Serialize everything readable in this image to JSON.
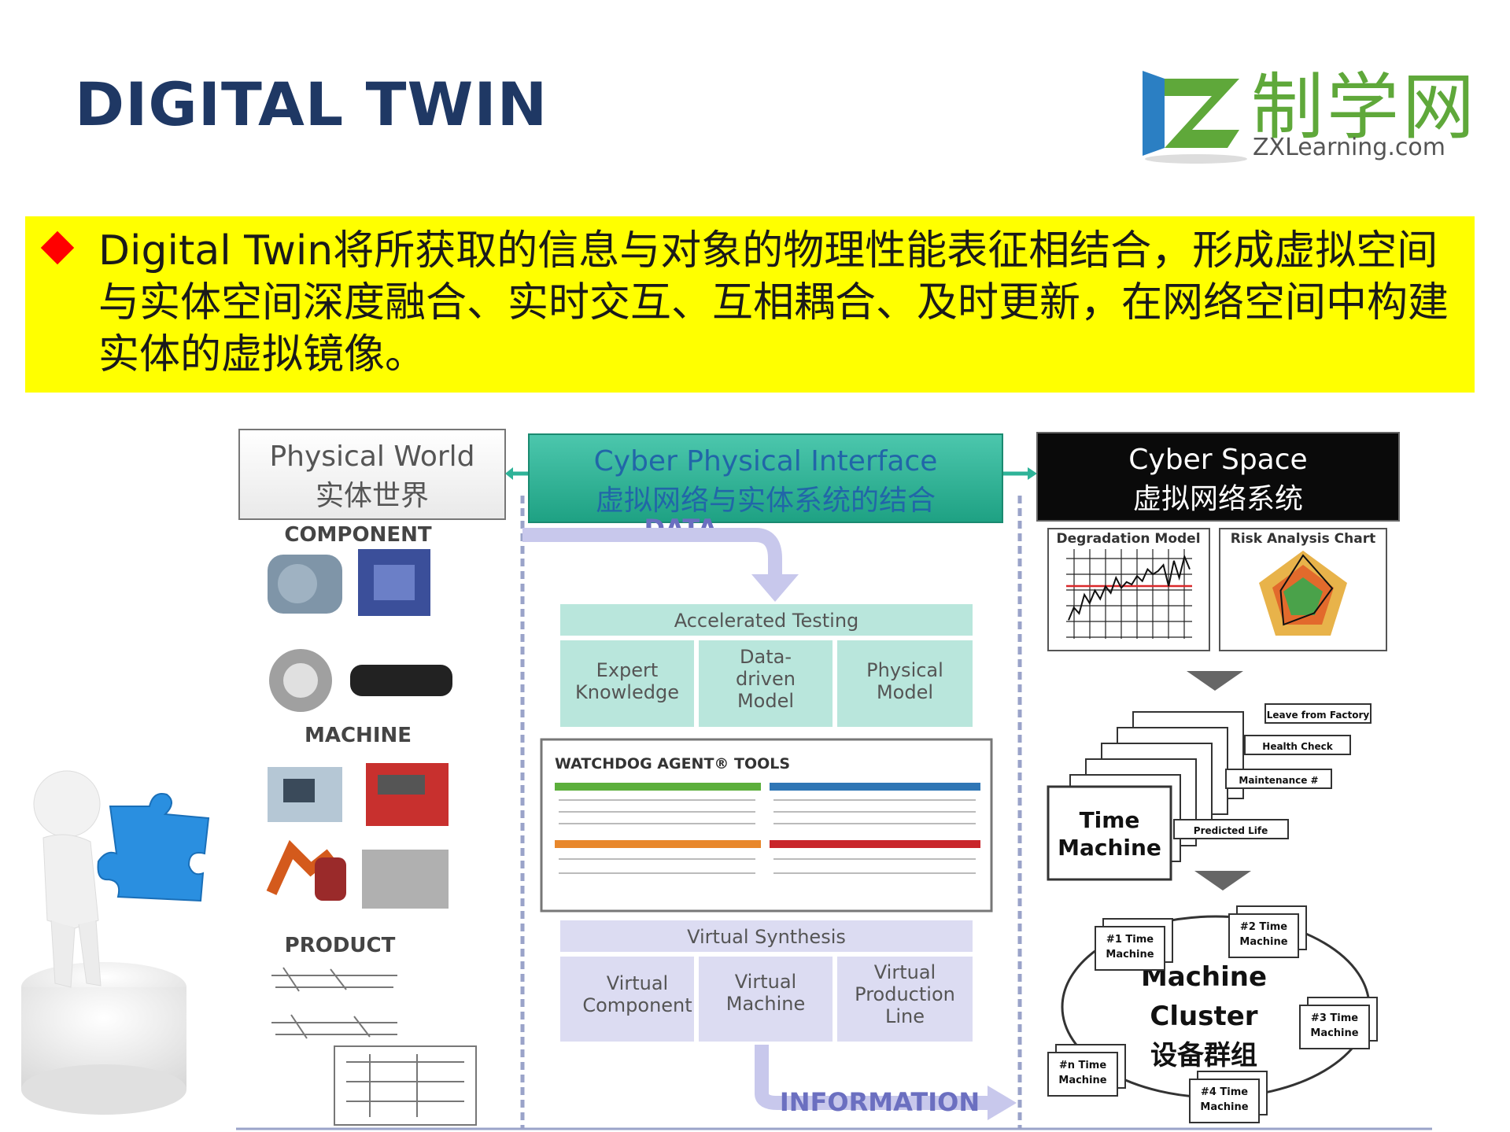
{
  "header": {
    "title": "DIGITAL TWIN",
    "logo_cn": "制学网",
    "logo_en": "ZXLearning.com"
  },
  "description": "Digital Twin将所获取的信息与对象的物理性能表征相结合，形成虚拟空间与实体空间深度融合、实时交互、互相耦合、及时更新，在网络空间中构建实体的虚拟镜像。",
  "colors": {
    "title": "#1f3864",
    "highlight": "#ffff00",
    "bullet": "#ff0000",
    "teal": "#2eb398",
    "logo_green": "#5fa83a"
  },
  "physical": {
    "title_en": "Physical World",
    "title_cn": "实体世界",
    "component": "COMPONENT",
    "machine": "MACHINE",
    "product": "PRODUCT"
  },
  "interface": {
    "title_en": "Cyber Physical Interface",
    "title_cn": "虚拟网络与实体系统的结合",
    "data": "DATA",
    "information": "INFORMATION",
    "accelerated": "Accelerated Testing",
    "expert": [
      "Expert",
      "Knowledge"
    ],
    "data_driven": [
      "Data-",
      "driven",
      "Model"
    ],
    "physical_model": [
      "Physical",
      "Model"
    ],
    "watchdog": "WATCHDOG AGENT® TOOLS",
    "virtual_synthesis": "Virtual Synthesis",
    "virtual_component": [
      "Virtual",
      "Component"
    ],
    "virtual_machine": [
      "Virtual",
      "Machine"
    ],
    "virtual_line": [
      "Virtual",
      "Production",
      "Line"
    ]
  },
  "cyber": {
    "title_en": "Cyber Space",
    "title_cn": "虚拟网络系统",
    "degradation": "Degradation Model",
    "risk": "Risk Analysis Chart",
    "time_machine": [
      "Time",
      "Machine"
    ],
    "tags": [
      "Leave from Factory",
      "Health Check",
      "Maintenance #",
      "Predicted Life"
    ],
    "cluster": [
      "Machine",
      "Cluster",
      "设备群组"
    ],
    "nodes": [
      [
        "#1 Time",
        "Machine"
      ],
      [
        "#2 Time",
        "Machine"
      ],
      [
        "#3 Time",
        "Machine"
      ],
      [
        "#4 Time",
        "Machine"
      ],
      [
        "#n Time",
        "Machine"
      ]
    ]
  },
  "degradation_series": [
    20,
    35,
    28,
    50,
    40,
    55,
    45,
    60,
    52,
    70,
    58,
    65,
    62,
    72,
    66,
    80,
    74,
    78,
    85,
    60,
    90,
    70,
    95,
    80
  ],
  "risk_levels": [
    0.9,
    0.65,
    0.4,
    0.7,
    0.5
  ]
}
